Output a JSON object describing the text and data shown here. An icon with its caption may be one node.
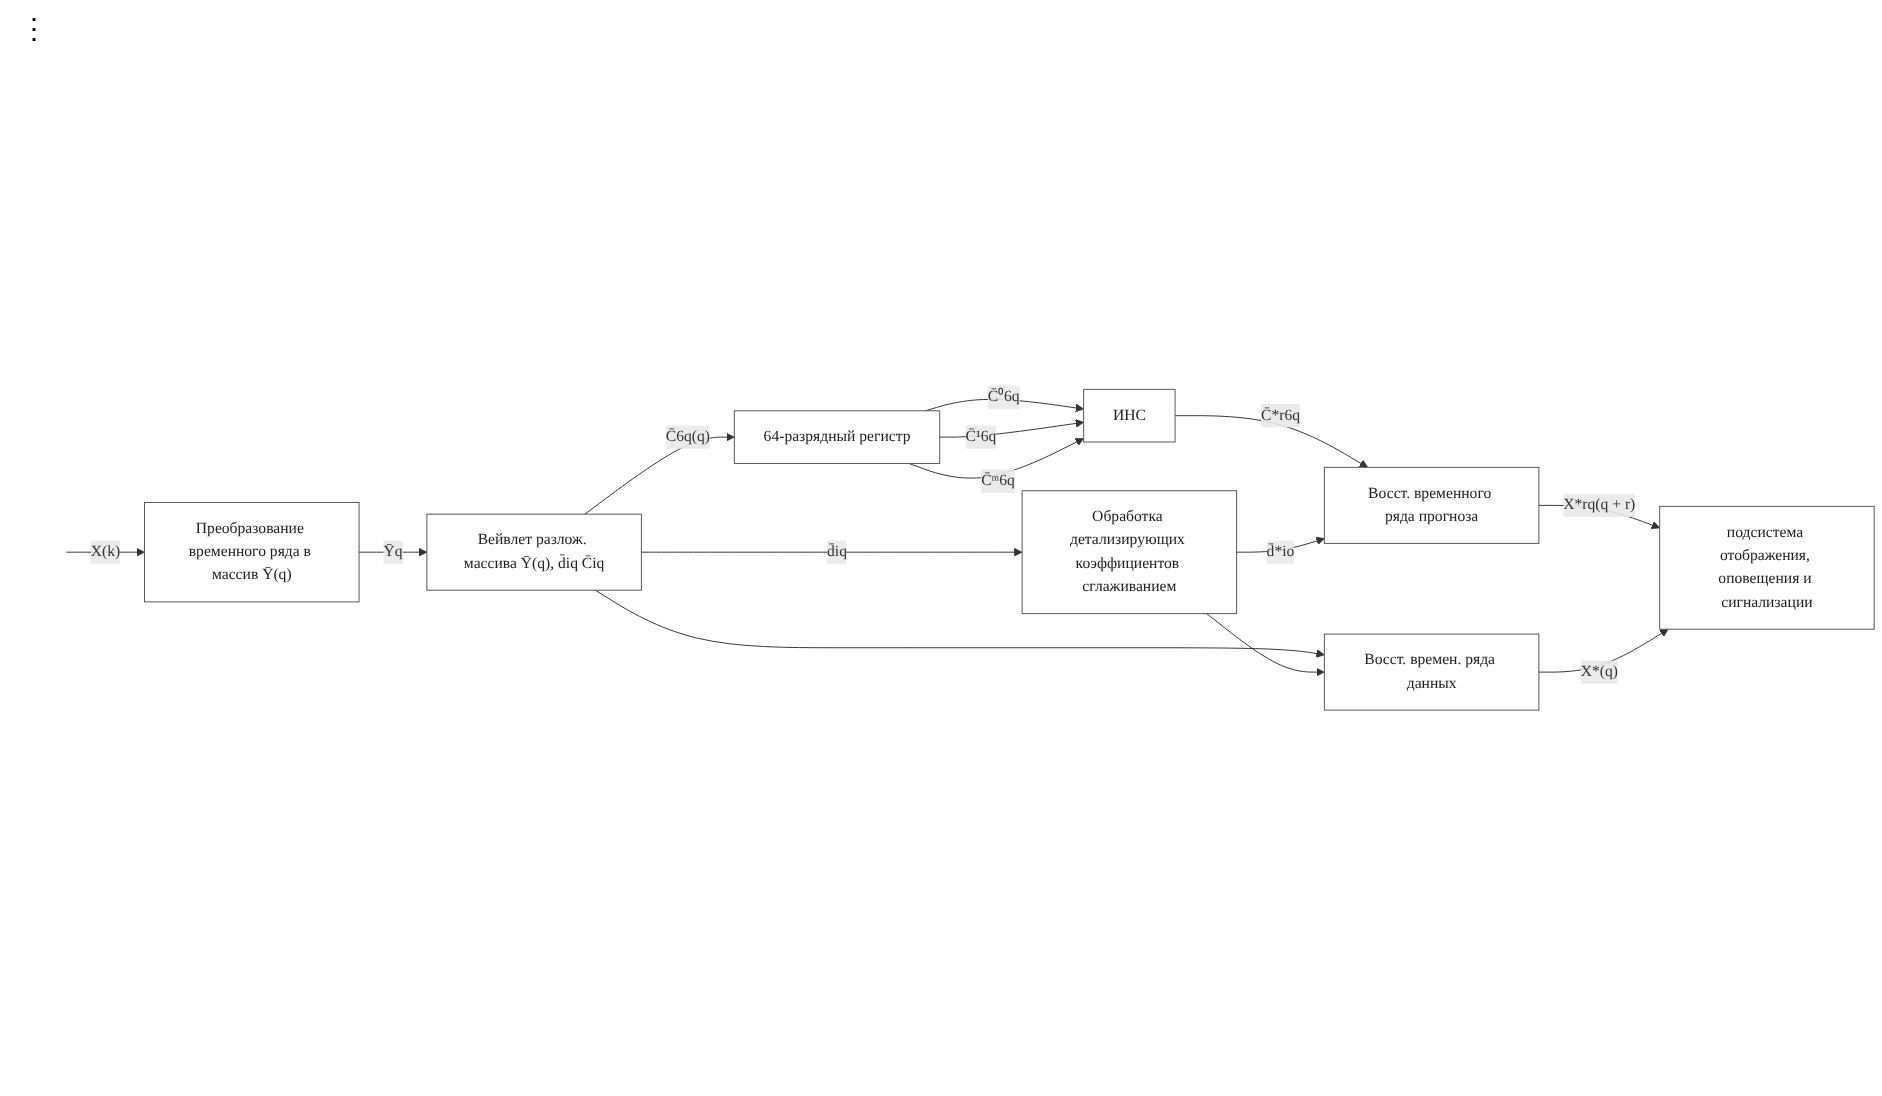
{
  "diagram": {
    "nodes": [
      {
        "text": [
          "64-разрядный регистр"
        ]
      },
      {
        "text": [
          "ИНС"
        ]
      },
      {
        "text": [
          "Восст. временного ряда прогноза"
        ]
      },
      {
        "text": [
          "подсистема отображения, оповещения и сигнализации"
        ]
      },
      {
        "text": [
          "Преобразование временного ряда в массив Ȳ(q)"
        ]
      },
      {
        "text": [
          "Вейвлет разлож. массива Ȳ(q), d̄iq C̄iq"
        ]
      },
      {
        "text": [
          "Восст. времен. ряда данных"
        ]
      },
      {
        "text": [
          "Обработка детализирующих коэффициентов сглаживанием"
        ]
      }
    ],
    "edges": [
      {
        "from": null,
        "to": 4,
        "arrow": "to",
        "label": "X(k)"
      },
      {
        "from": 4,
        "to": 5,
        "arrow": "to",
        "label": "Ȳq"
      },
      {
        "from": 5,
        "to": 0,
        "arrow": "to",
        "label": "C̄6q(q)"
      },
      {
        "from": 5,
        "to": 6,
        "arrow": "to"
      },
      {
        "from": 5,
        "to": 7,
        "arrow": "to",
        "label": "d̄iq"
      },
      {
        "from": 0,
        "to": 1,
        "arrow": "to",
        "label": "C̄⁰6q"
      },
      {
        "from": 0,
        "to": 1,
        "arrow": "to",
        "label": "C̄¹6q"
      },
      {
        "from": 0,
        "to": 1,
        "arrow": "to",
        "label": "C̄ᵐ6q"
      },
      {
        "from": 1,
        "to": 2,
        "arrow": "to",
        "label": "C̄*r6q"
      },
      {
        "from": 7,
        "to": 2,
        "arrow": "to",
        "label": "d̄*io"
      },
      {
        "from": 7,
        "to": 6,
        "arrow": "to"
      },
      {
        "from": 2,
        "to": 3,
        "arrow": "to",
        "label": "X*rq(q + r)"
      },
      {
        "from": 6,
        "to": 3,
        "arrow": "to",
        "label": "X*(q)"
      }
    ],
    "labels": [
      "⋮"
    ]
  }
}
